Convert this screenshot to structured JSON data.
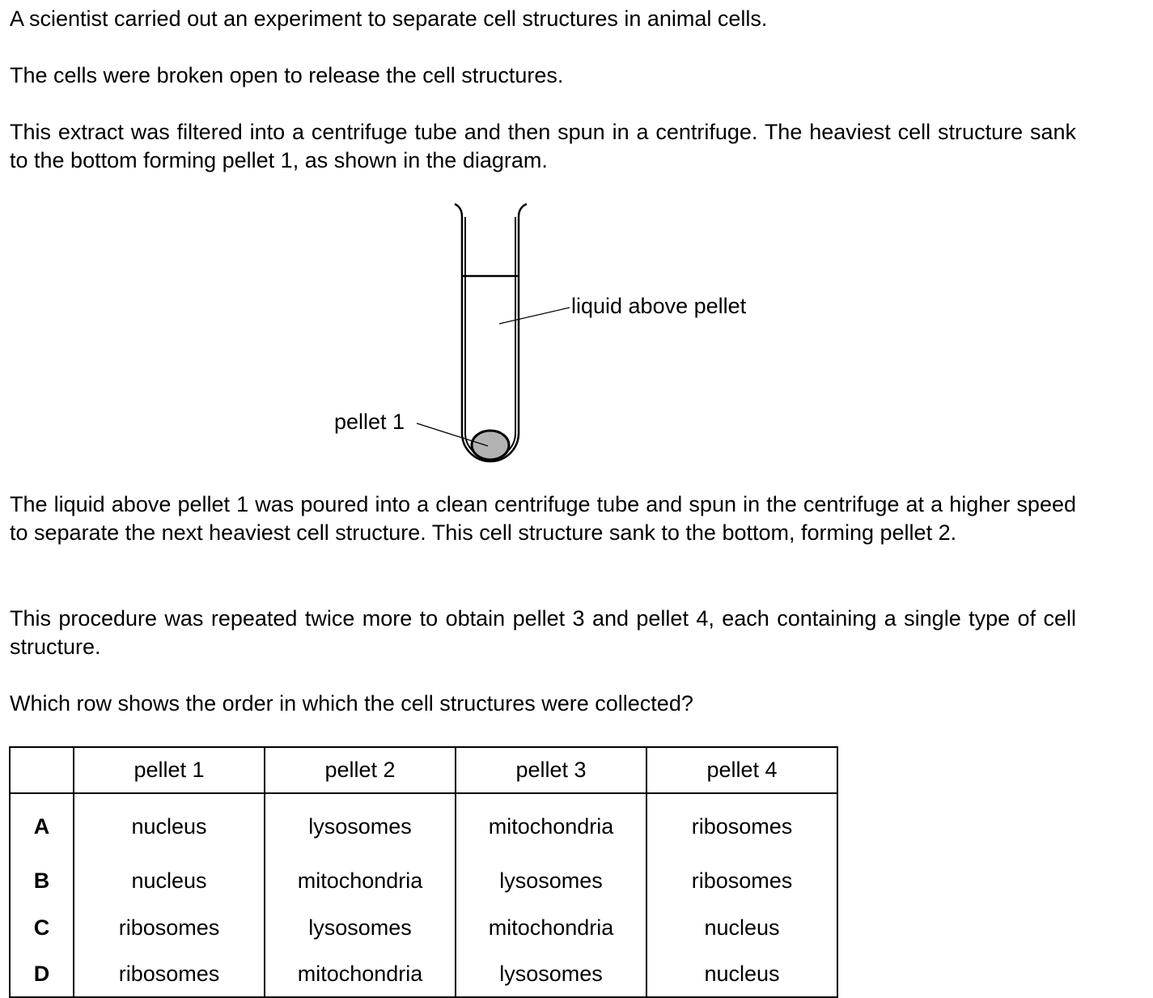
{
  "question": {
    "paragraphs": [
      "A scientist carried out an experiment to separate cell structures in animal cells.",
      "The cells were broken open to release the cell structures.",
      "This extract was filtered into a centrifuge tube and then spun in a centrifuge. The heaviest cell structure sank to the bottom forming pellet 1, as shown in the diagram.",
      "The liquid above pellet 1 was poured into a clean centrifuge tube and spun in the centrifuge at a higher speed to separate the next heaviest cell structure. This cell structure sank to the bottom, forming pellet 2.",
      "This procedure was repeated twice more to obtain pellet 3 and pellet 4, each containing a single type of cell structure.",
      "Which row shows the order in which the cell structures were collected?"
    ]
  },
  "diagram": {
    "label_liquid": "liquid above pellet",
    "label_pellet": "pellet 1"
  },
  "table": {
    "headers": [
      "",
      "pellet 1",
      "pellet 2",
      "pellet 3",
      "pellet 4"
    ],
    "rows": [
      {
        "label": "A",
        "cells": [
          "nucleus",
          "lysosomes",
          "mitochondria",
          "ribosomes"
        ]
      },
      {
        "label": "B",
        "cells": [
          "nucleus",
          "mitochondria",
          "lysosomes",
          "ribosomes"
        ]
      },
      {
        "label": "C",
        "cells": [
          "ribosomes",
          "lysosomes",
          "mitochondria",
          "nucleus"
        ]
      },
      {
        "label": "D",
        "cells": [
          "ribosomes",
          "mitochondria",
          "lysosomes",
          "nucleus"
        ]
      }
    ]
  },
  "colors": {
    "text": "#000000",
    "pellet_fill": "#b3b3b3",
    "background": "#ffffff"
  }
}
